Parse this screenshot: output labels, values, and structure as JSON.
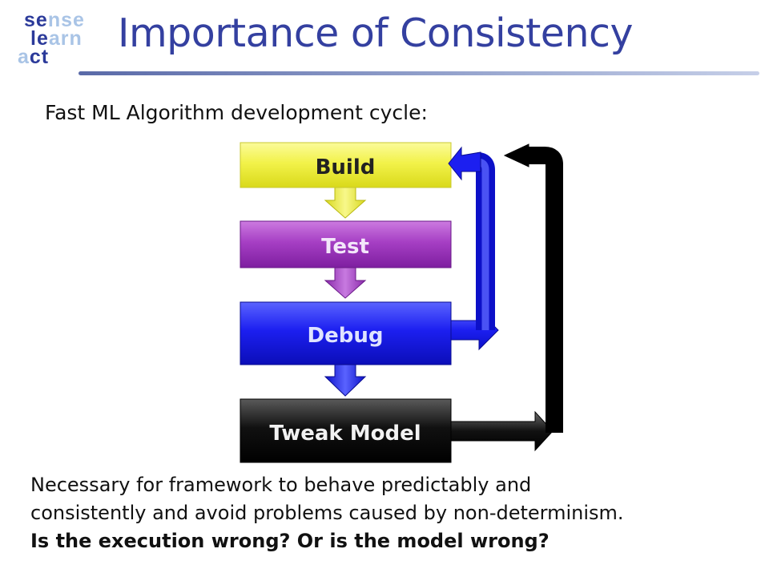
{
  "logo": {
    "line1_a": "se",
    "line1_b": "nse",
    "line2_a": "le",
    "line2_b": "arn",
    "line3_a": "a",
    "line3_b": "ct"
  },
  "title": "Importance of Consistency",
  "subtitle": "Fast ML Algorithm development cycle:",
  "steps": [
    {
      "label": "Build",
      "color": "#f2f24a",
      "text_color": "#222222"
    },
    {
      "label": "Test",
      "color": "#a63fc4",
      "text_color": "#f3e6fa"
    },
    {
      "label": "Debug",
      "color": "#1c1ff0",
      "text_color": "#dfe3ff"
    },
    {
      "label": "Tweak Model",
      "color": "#111111",
      "text_color": "#f2f2f2"
    }
  ],
  "loops": [
    {
      "from": "Debug",
      "to": "Build",
      "color": "#1c1ff0"
    },
    {
      "from": "Tweak Model",
      "to": "Build",
      "color": "#000000"
    }
  ],
  "body": {
    "line1": "Necessary for framework to behave predictably and",
    "line2": "consistently and avoid problems caused by non-determinism.",
    "line3": "Is the execution wrong? Or is the model wrong?"
  }
}
